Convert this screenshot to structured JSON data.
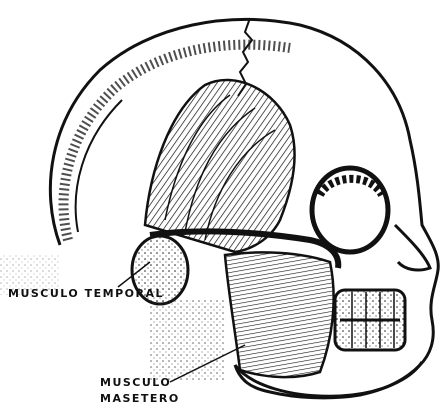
{
  "labels": {
    "temporal": "MUSCULO TEMPORAL",
    "masetero_line1": "MUSCULO",
    "masetero_line2": "MASETERO"
  },
  "colors": {
    "ink": "#111111",
    "paper": "#ffffff"
  }
}
